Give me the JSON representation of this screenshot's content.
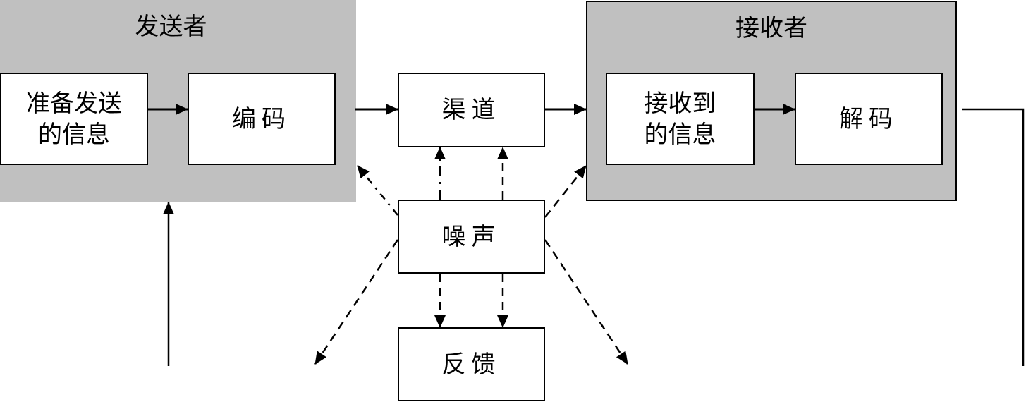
{
  "sender": {
    "title": "发送者",
    "prepare_label": "准备发送\n的信息",
    "encode_label": "编码"
  },
  "channel": {
    "label": "渠道"
  },
  "receiver": {
    "title": "接收者",
    "received_label": "接收到\n的信息",
    "decode_label": "解码"
  },
  "noise": {
    "label": "噪声"
  },
  "feedback": {
    "label": "反馈"
  }
}
